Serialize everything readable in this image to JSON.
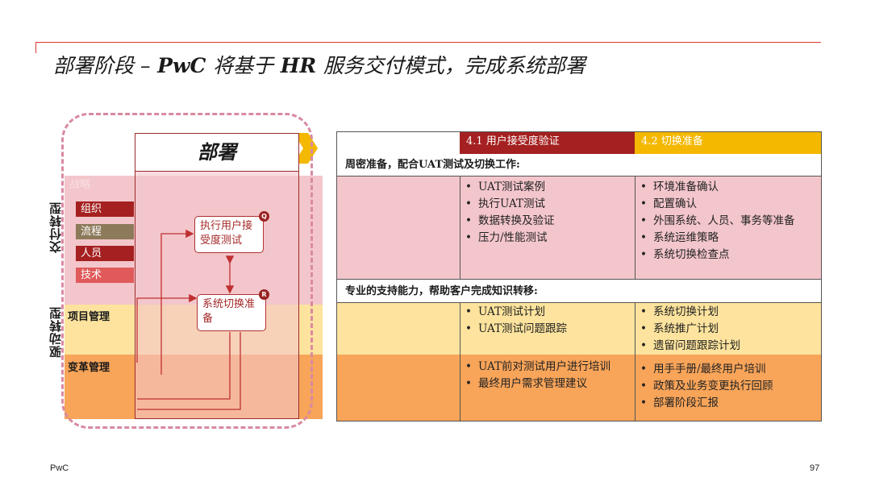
{
  "title": {
    "prefix": "部署阶段 –",
    "brand": " PwC ",
    "middle": "将基于",
    "hr": " HR ",
    "suffix": "服务交付模式，完成系统部署"
  },
  "diagram": {
    "banner": "部署",
    "group_delivery": "交付转型",
    "group_driver": "驱动转型",
    "tags": [
      "战略",
      "组织",
      "流程",
      "人员",
      "技术"
    ],
    "project_mgmt": "项目管理",
    "change_mgmt": "变革管理",
    "proc_uat": "执行用户接受度测试",
    "proc_uat_badge": "Q",
    "proc_cut": "系统切换准备",
    "proc_cut_badge": "R",
    "colors": {
      "dark_red": "#a52020",
      "olive": "#8c7a5a",
      "light_red": "#e05a5a",
      "pink": "#f3c6cb",
      "yellow": "#fde39d",
      "orange": "#f8a459"
    }
  },
  "table": {
    "col1_header": "4.1 用户接受度验证",
    "col2_header": "4.2 切换准备",
    "section1": "周密准备，配合UAT测试及切换工作:",
    "section2": "专业的支持能力，帮助客户完成知识转移:",
    "row1_col1": [
      "UAT测试案例",
      "执行UAT测试",
      "数据转换及验证",
      "压力/性能测试"
    ],
    "row1_col2": [
      "环境准备确认",
      "配置确认",
      "外围系统、人员、事务等准备",
      "系统运维策略",
      "系统切换检查点"
    ],
    "row2_col1": [
      "UAT测试计划",
      "UAT测试问题跟踪"
    ],
    "row2_col2": [
      "系统切换计划",
      "系统推广计划",
      "遗留问题跟踪计划"
    ],
    "row3_col1": [
      "UAT前对测试用户进行培训",
      "最终用户需求管理建议"
    ],
    "row3_col2": [
      "用手手册/最终用户培训",
      "政策及业务变更执行回顾",
      "部署阶段汇报"
    ]
  },
  "footer": {
    "brand": "PwC",
    "page": "97"
  }
}
